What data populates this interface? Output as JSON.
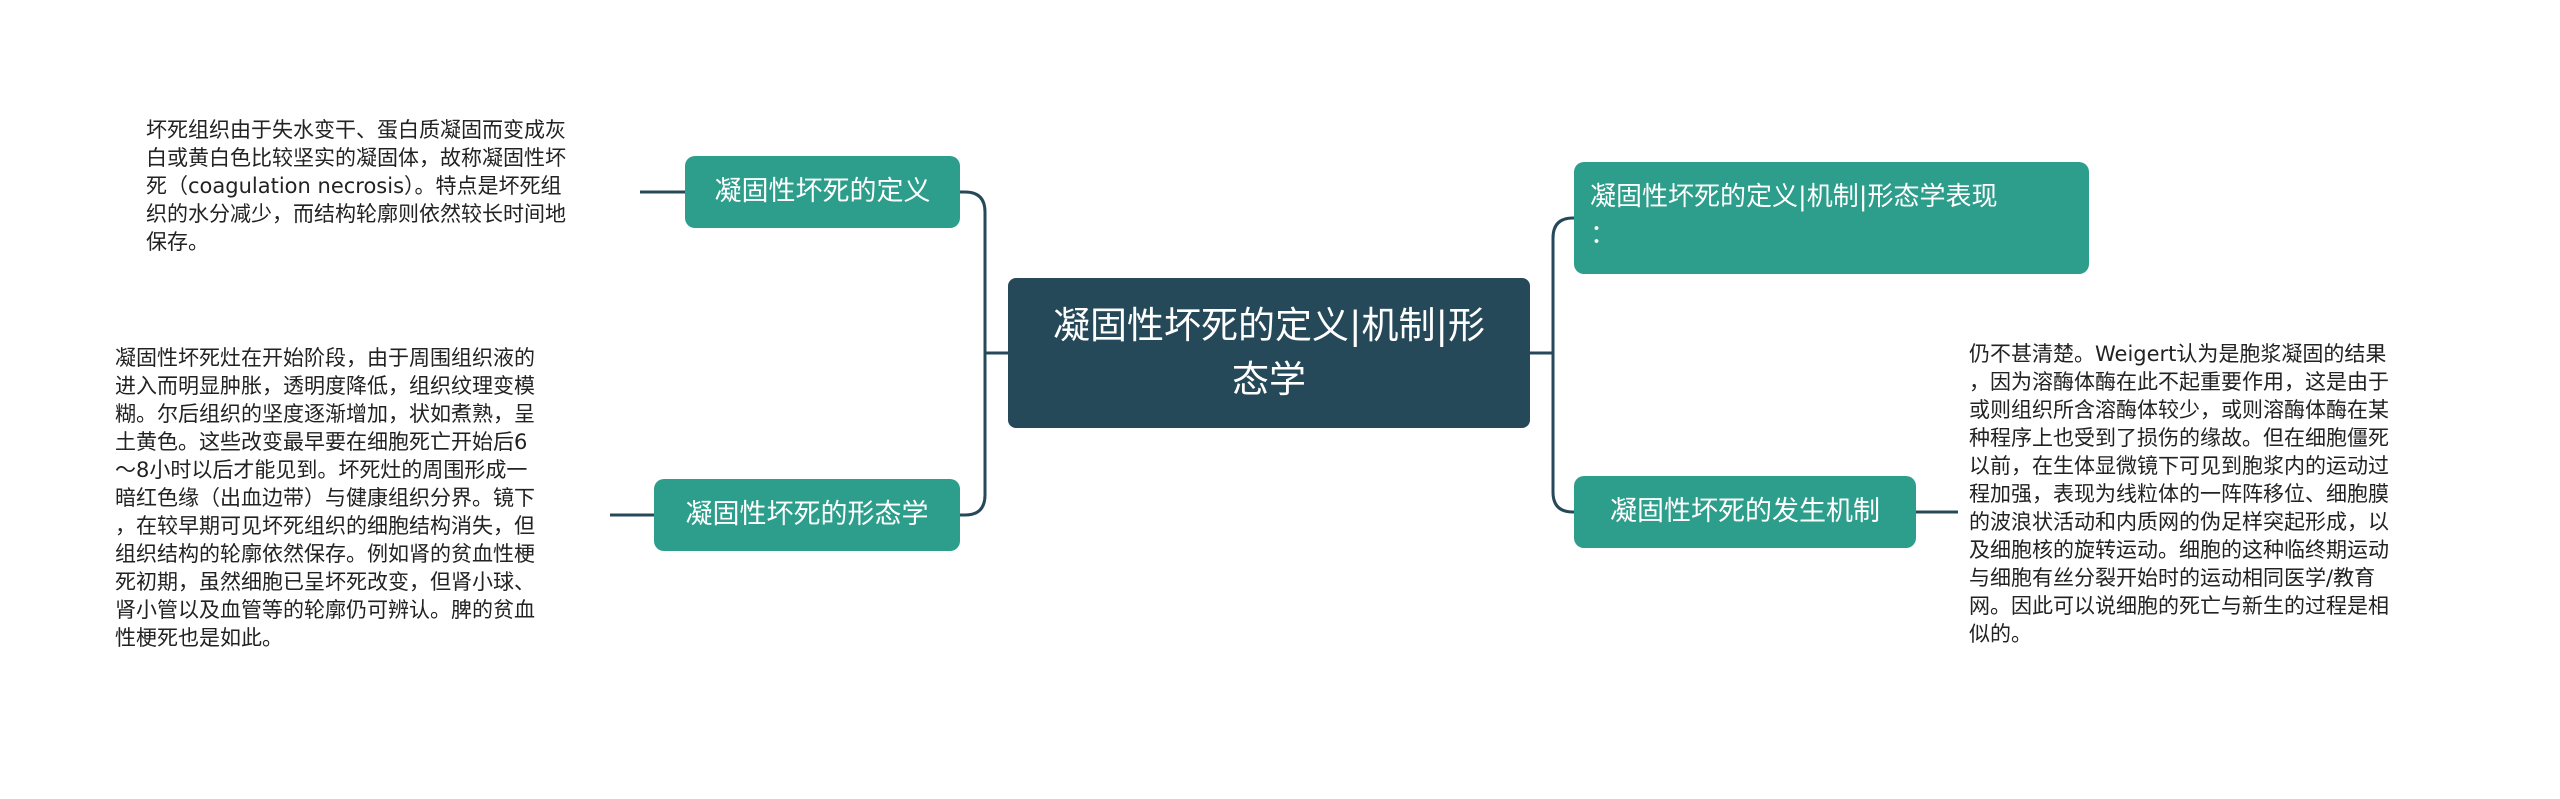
{
  "mindmap": {
    "root": {
      "title": "凝固性坏死的定义|机制|形态学",
      "lines": [
        "凝固性坏死的定义|机制|形",
        "态学"
      ]
    },
    "branches": {
      "definition": {
        "label": "凝固性坏死的定义",
        "detail_lines": [
          "坏死组织由于失水变干、蛋白质凝固而变成灰",
          "白或黄白色比较坚实的凝固体，故称凝固性坏",
          "死（coagulation necrosis）。特点是坏死组",
          "织的水分减少，而结构轮廓则依然较长时间地",
          "保存。"
        ]
      },
      "morphology": {
        "label": "凝固性坏死的形态学",
        "detail_lines": [
          "凝固性坏死灶在开始阶段，由于周围组织液的",
          "进入而明显肿胀，透明度降低，组织纹理变模",
          "糊。尔后组织的坚度逐渐增加，状如煮熟，呈",
          "土黄色。这些改变最早要在细胞死亡开始后6",
          "～8小时以后才能见到。坏死灶的周围形成一",
          "暗红色缘（出血边带）与健康组织分界。镜下",
          "，在较早期可见坏死组织的细胞结构消失，但",
          "组织结构的轮廓依然保存。例如肾的贫血性梗",
          "死初期，虽然细胞已呈坏死改变，但肾小球、",
          "肾小管以及血管等的轮廓仍可辨认。脾的贫血",
          "性梗死也是如此。"
        ]
      },
      "definition_mechanism_morphology": {
        "label": "凝固性坏死的定义|机制|形态学表现：",
        "lines": [
          "凝固性坏死的定义|机制|形态学表现",
          "："
        ]
      },
      "mechanism": {
        "label": "凝固性坏死的发生机制",
        "detail_lines": [
          "仍不甚清楚。Weigert认为是胞浆凝固的结果",
          "，因为溶酶体酶在此不起重要作用，这是由于",
          "或则组织所含溶酶体较少，或则溶酶体酶在某",
          "种程序上也受到了损伤的缘故。但在细胞僵死",
          "以前，在生体显微镜下可见到胞浆内的运动过",
          "程加强，表现为线粒体的一阵阵移位、细胞膜",
          "的波浪状活动和内质网的伪足样突起形成，以",
          "及细胞核的旋转运动。细胞的这种临终期运动",
          "与细胞有丝分裂开始时的运动相同医学/教育",
          "网。因此可以说细胞的死亡与新生的过程是相",
          "似的。"
        ]
      }
    },
    "colors": {
      "root_fill": "#26495a",
      "branch_fill": "#2d9e8b",
      "connector": "#26495a",
      "leaf_text": "#222222"
    }
  }
}
